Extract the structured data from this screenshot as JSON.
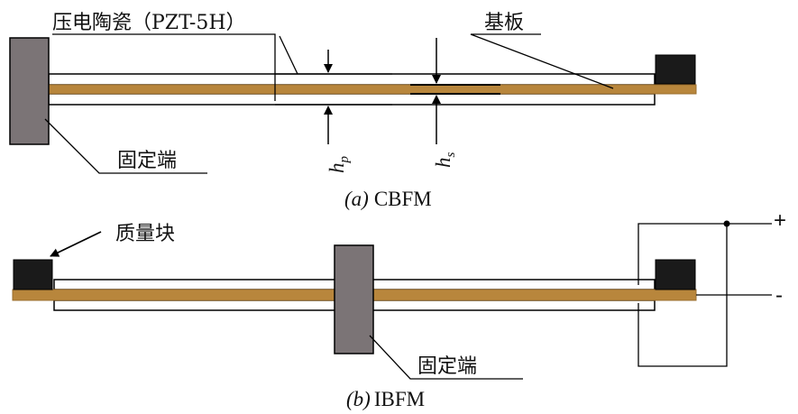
{
  "colors": {
    "clamp": "#7b7476",
    "mass": "#1a1a1a",
    "substrate": "#b8863c",
    "piezo": "#ffffff",
    "line": "#000000"
  },
  "labels": {
    "piezo": "压电陶瓷（PZT-5H）",
    "substrate": "基板",
    "fixed_end_a": "固定端",
    "fixed_end_b": "固定端",
    "proof_mass": "质量块",
    "hp_main": "h",
    "hp_sub": "p",
    "hs_main": "h",
    "hs_sub": "s",
    "plus": "+",
    "minus": "-"
  },
  "captions": {
    "a_prefix": "(a)",
    "a_text": "CBFM",
    "b_prefix": "(b)",
    "b_text": "IBFM"
  }
}
